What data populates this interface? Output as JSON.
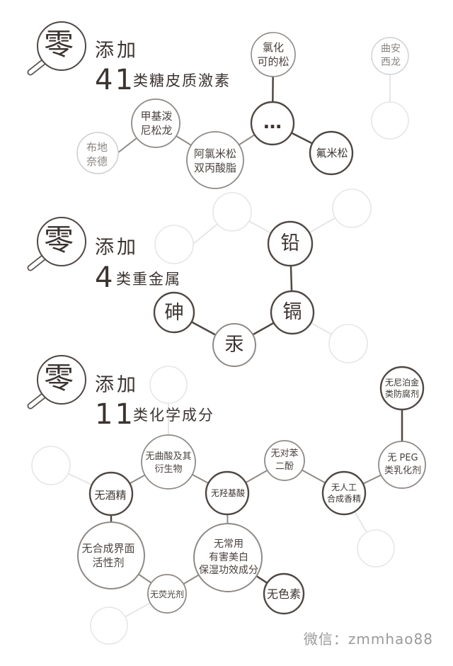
{
  "colors": {
    "dark": "#4f4844",
    "mid": "#8f8a86",
    "light": "#cfcfcf",
    "faint": "#e6e6e6",
    "text": "#3b3431"
  },
  "sections": [
    {
      "zero": "零",
      "add": "添加",
      "number": "41",
      "subtitle": "类糖皮质激素"
    },
    {
      "zero": "零",
      "add": "添加",
      "number": "4",
      "subtitle": "类重金属"
    },
    {
      "zero": "零",
      "add": "添加",
      "number": "11",
      "subtitle": "类化学成分"
    }
  ],
  "nodes": {
    "s1": [
      "氯化\n可的松",
      "曲安\n西龙",
      "甲基泼\n尼松龙",
      "…",
      "布地\n奈德",
      "阿氯米松\n双丙酸脂",
      "氟米松"
    ],
    "s2": [
      "铅",
      "砷",
      "镉",
      "汞"
    ],
    "s3": [
      "无尼泊金\n类防腐剂",
      "无曲酸及其\n衍生物",
      "无对苯\n二酚",
      "无 PEG\n类乳化剂",
      "无酒精",
      "无羟基酸",
      "无人工\n合成香精",
      "无合成界面\n活性剂",
      "无常用\n有害美白\n保湿功效成分",
      "无荧光剂",
      "无色素"
    ]
  },
  "watermark": "微信：zmmhao88"
}
